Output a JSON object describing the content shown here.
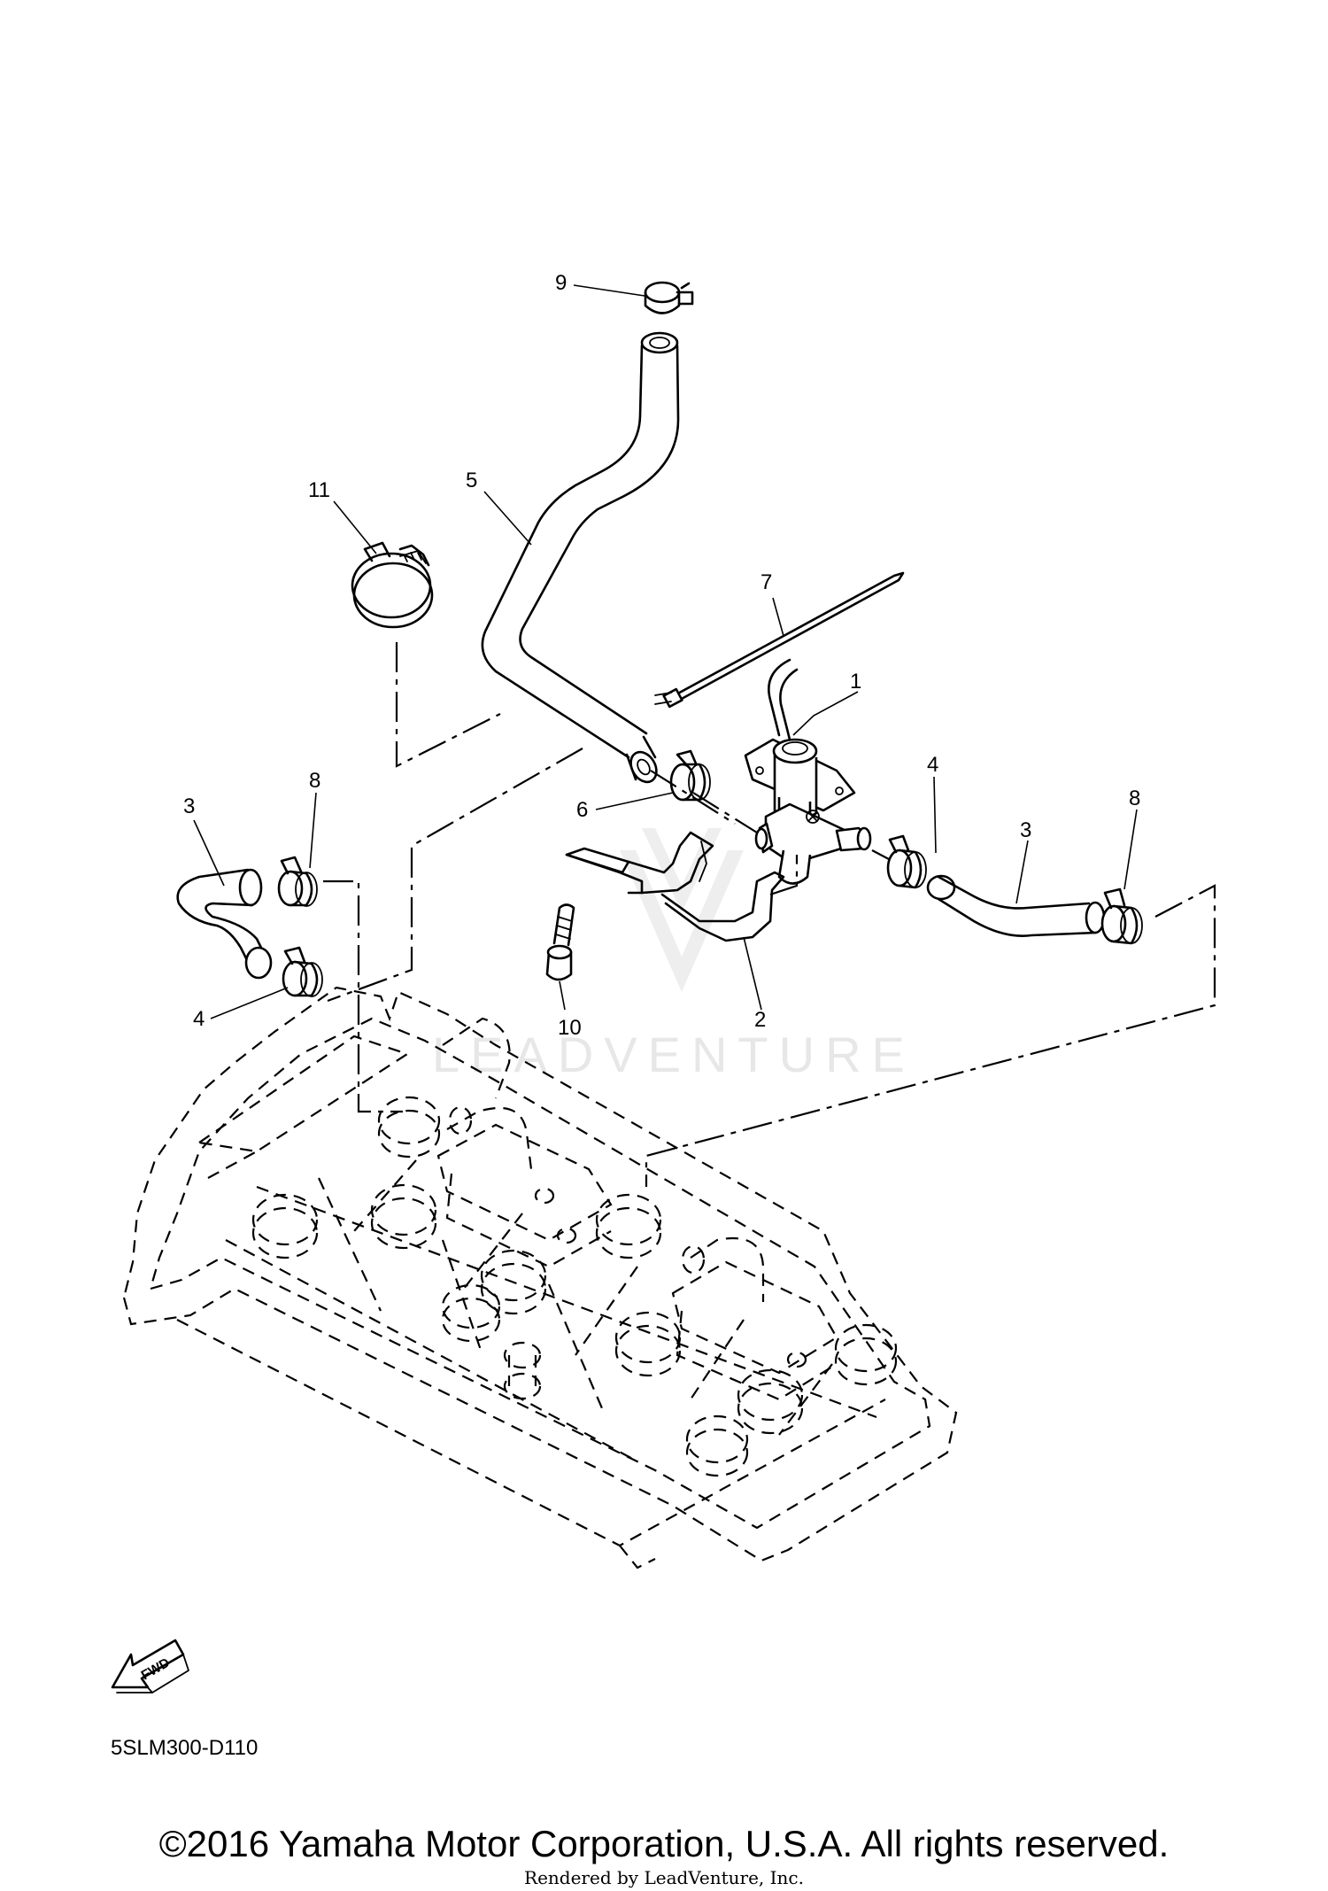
{
  "diagram": {
    "callouts": {
      "c1": "1",
      "c2": "2",
      "c3a": "3",
      "c3b": "3",
      "c4a": "4",
      "c4b": "4",
      "c5": "5",
      "c6": "6",
      "c7": "7",
      "c8a": "8",
      "c8b": "8",
      "c9": "9",
      "c10": "10",
      "c11": "11"
    },
    "drawing_code": "5SLM300-D110",
    "fwd_label": "FWD",
    "watermark": "LEADVENTURE"
  },
  "footer": {
    "copyright": "©2016 Yamaha Motor Corporation, U.S.A. All rights reserved.",
    "rendered_by": "Rendered by LeadVenture, Inc."
  }
}
